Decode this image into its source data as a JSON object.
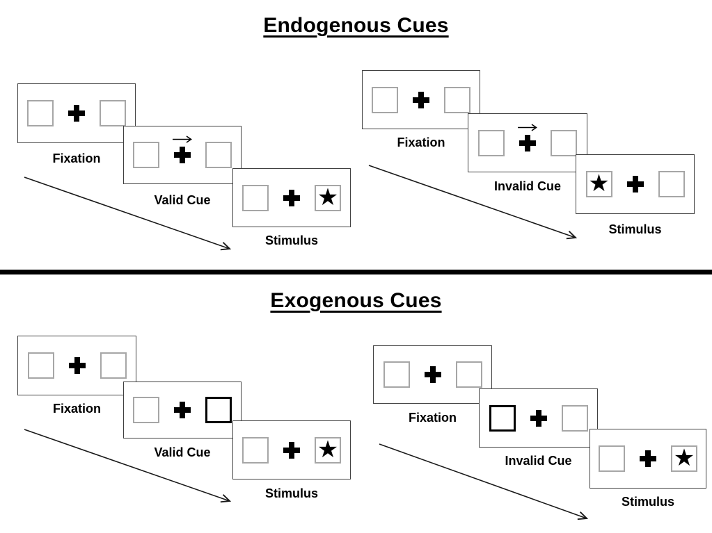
{
  "glyphs": {
    "star": "★"
  },
  "colors": {
    "ink": "#000000",
    "panel_border": "#404040",
    "box_border": "#a6a6a6",
    "background": "#ffffff"
  },
  "sections": [
    {
      "title": "Endogenous Cues",
      "cue_style": "central right-pointing arrow above fixation cross",
      "trials": [
        {
          "type": "valid",
          "panels": [
            {
              "label": "Fixation",
              "left_box": "empty",
              "center": "fixation-cross",
              "right_box": "empty"
            },
            {
              "label": "Valid Cue",
              "left_box": "empty",
              "center": "fixation-cross with right arrow above",
              "right_box": "empty"
            },
            {
              "label": "Stimulus",
              "left_box": "empty",
              "center": "fixation-cross",
              "right_box": "star"
            }
          ]
        },
        {
          "type": "invalid",
          "panels": [
            {
              "label": "Fixation",
              "left_box": "empty",
              "center": "fixation-cross",
              "right_box": "empty"
            },
            {
              "label": "Invalid Cue",
              "left_box": "empty",
              "center": "fixation-cross with right arrow above",
              "right_box": "empty"
            },
            {
              "label": "Stimulus",
              "left_box": "star",
              "center": "fixation-cross",
              "right_box": "empty"
            }
          ]
        }
      ]
    },
    {
      "title": "Exogenous Cues",
      "cue_style": "peripheral bold box outline cue",
      "trials": [
        {
          "type": "valid",
          "panels": [
            {
              "label": "Fixation",
              "left_box": "empty",
              "center": "fixation-cross",
              "right_box": "empty"
            },
            {
              "label": "Valid Cue",
              "left_box": "empty",
              "center": "fixation-cross",
              "right_box": "bold-outline"
            },
            {
              "label": "Stimulus",
              "left_box": "empty",
              "center": "fixation-cross",
              "right_box": "star"
            }
          ]
        },
        {
          "type": "invalid",
          "panels": [
            {
              "label": "Fixation",
              "left_box": "empty",
              "center": "fixation-cross",
              "right_box": "empty"
            },
            {
              "label": "Invalid Cue",
              "left_box": "bold-outline",
              "center": "fixation-cross",
              "right_box": "empty"
            },
            {
              "label": "Stimulus",
              "left_box": "empty",
              "center": "fixation-cross",
              "right_box": "star"
            }
          ]
        }
      ]
    }
  ]
}
